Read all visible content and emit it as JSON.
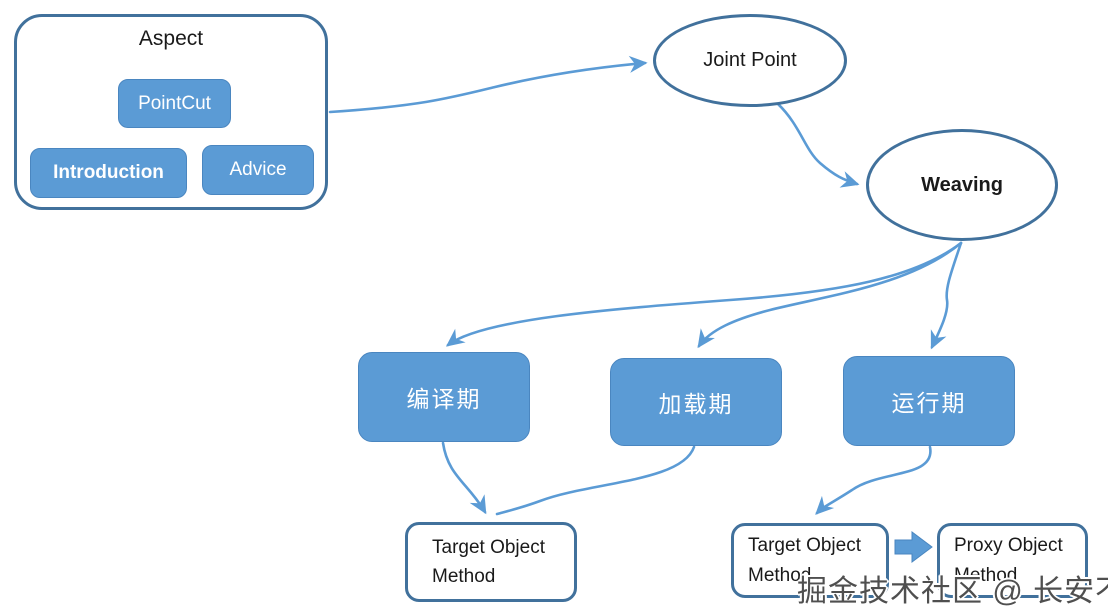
{
  "colors": {
    "node_fill": "#5b9bd5",
    "node_border": "#41719c",
    "arrow": "#5b9bd5",
    "text_dark": "#1a1a1a",
    "text_light": "#ffffff",
    "watermark_text": "#4f4f4f",
    "background": "#ffffff"
  },
  "aspect_group": {
    "title": "Aspect",
    "pointcut": "PointCut",
    "introduction": "Introduction",
    "advice": "Advice"
  },
  "nodes": {
    "joint_point": "Joint Point",
    "weaving": "Weaving",
    "compile_phase": "编译期",
    "load_phase": "加载期",
    "run_phase": "运行期",
    "target_method_left": "Target Object Method",
    "target_method_mid": "Target Object Method",
    "proxy_method": "Proxy Object Method"
  },
  "watermark": "掘金技术社区 @ 长安不见"
}
